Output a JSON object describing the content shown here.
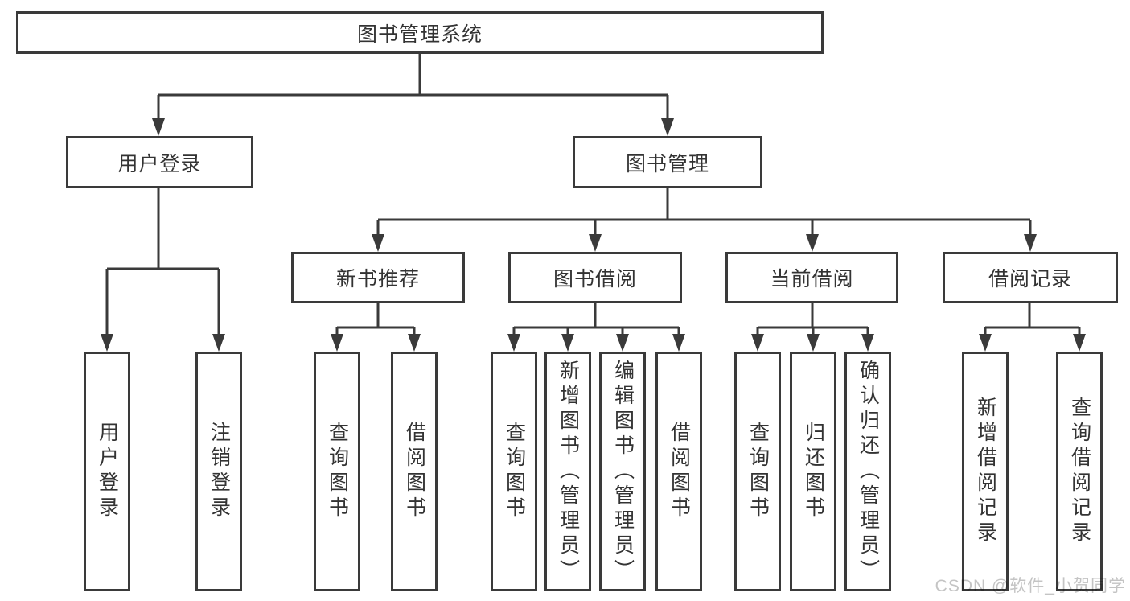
{
  "tree": {
    "root": "图书管理系统",
    "branches": [
      "用户登录",
      "图书管理"
    ],
    "modules": [
      "新书推荐",
      "图书借阅",
      "当前借阅",
      "借阅记录"
    ],
    "leaves": {
      "login": [
        "用户登录",
        "注销登录"
      ],
      "recommend": [
        "查询图书",
        "借阅图书"
      ],
      "borrow": [
        "查询图书",
        "新增图书（管理员）",
        "编辑图书（管理员）",
        "借阅图书"
      ],
      "current": [
        "查询图书",
        "归还图书",
        "确认归还（管理员）"
      ],
      "records": [
        "新增借阅记录",
        "查询借阅记录"
      ]
    }
  },
  "watermark": {
    "text": "CSDN @软件_小贺同学"
  },
  "colors": {
    "line": "#3a3a3a",
    "box_border": "#3a3a3a",
    "text": "#333333",
    "watermark": "#c4c4c4",
    "background": "#ffffff"
  }
}
